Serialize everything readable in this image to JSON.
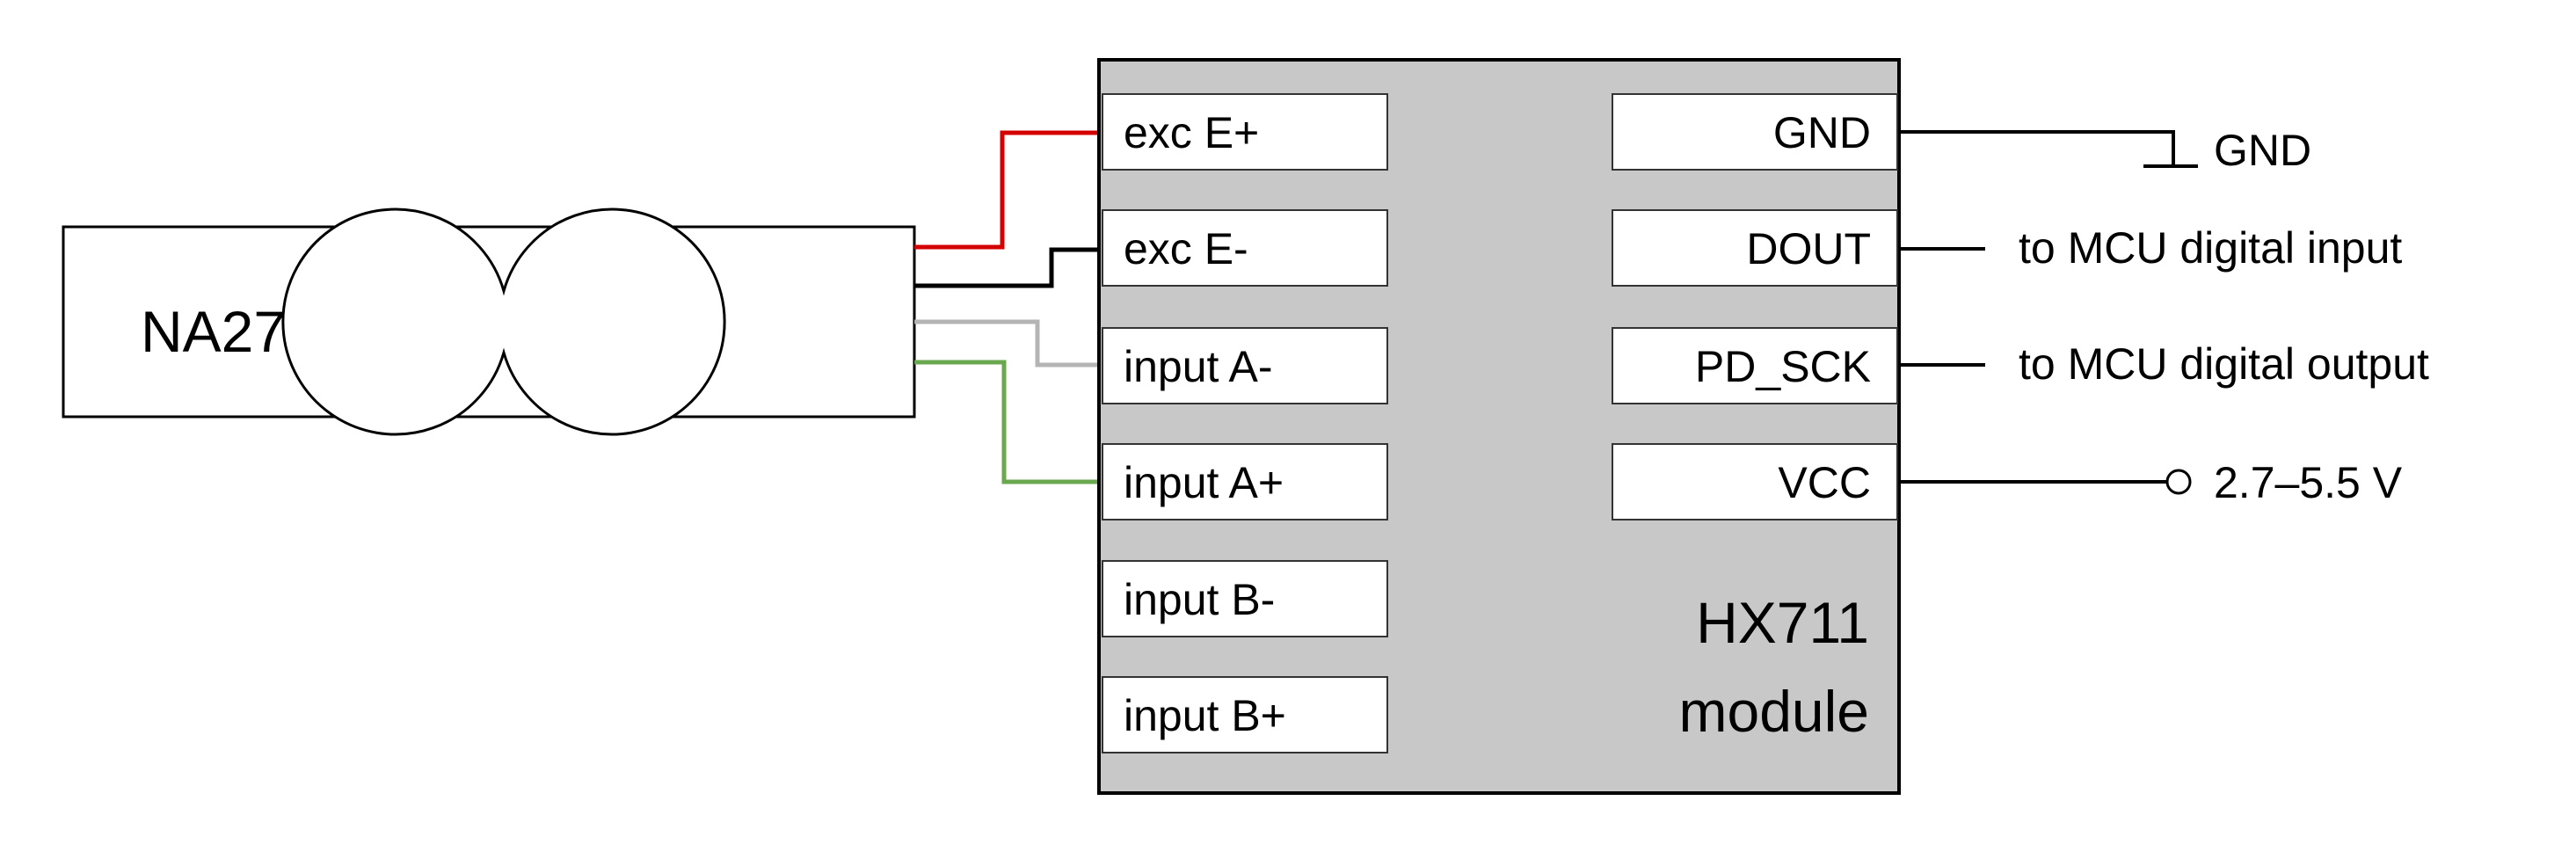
{
  "sensor": {
    "label": "NA27"
  },
  "module": {
    "line1": "HX711",
    "line2": "module"
  },
  "left_pins": [
    {
      "label": "exc E+",
      "wire_color": "#d40000"
    },
    {
      "label": "exc E-",
      "wire_color": "#000000"
    },
    {
      "label": "input A-",
      "wire_color": "#b4b4b4"
    },
    {
      "label": "input A+",
      "wire_color": "#6aa84f"
    },
    {
      "label": "input B-"
    },
    {
      "label": "input B+"
    }
  ],
  "right_pins": [
    {
      "label": "GND",
      "target": "GND"
    },
    {
      "label": "DOUT",
      "target": "to MCU digital input"
    },
    {
      "label": "PD_SCK",
      "target": "to MCU digital output"
    },
    {
      "label": "VCC",
      "target": "2.7–5.5 V"
    }
  ],
  "colors": {
    "module_fill": "#c8c8c8",
    "outline": "#000000",
    "pin_fill": "#ffffff"
  }
}
